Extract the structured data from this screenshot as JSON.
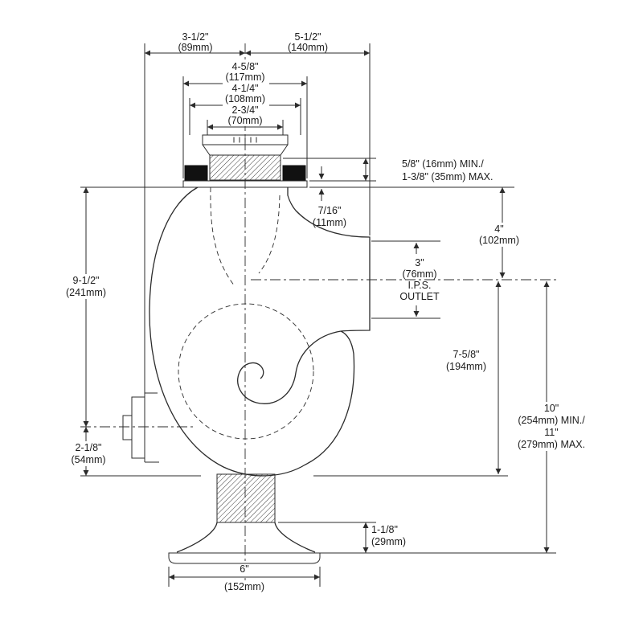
{
  "diagram": {
    "name": "Floor-mounted drain trap dimensional drawing",
    "background": "#ffffff",
    "line_color": "#2b2b2b",
    "dims": {
      "width_left": {
        "lines": [
          "3-1/2\"",
          "(89mm)"
        ]
      },
      "width_right": {
        "lines": [
          "5-1/2\"",
          "(140mm)"
        ]
      },
      "flange_diameter": {
        "lines": [
          "4-5/8\"",
          "(117mm)"
        ]
      },
      "body_diameter": {
        "lines": [
          "4-1/4\"",
          "(108mm)"
        ]
      },
      "grid_diameter": {
        "lines": [
          "2-3/4\"",
          "(70mm)"
        ]
      },
      "thread_adjustment": {
        "lines": [
          "5/8\" (16mm) MIN./",
          "1-3/8\" (35mm) MAX."
        ]
      },
      "flange_thickness": {
        "lines": [
          "7/16\"",
          "(11mm)"
        ]
      },
      "flange_to_outlet": {
        "lines": [
          "4\"",
          "(102mm)"
        ]
      },
      "outlet_size": {
        "lines": [
          "3\"",
          "(76mm)",
          "I.P.S.",
          "OUTLET"
        ]
      },
      "flange_to_cleanout": {
        "lines": [
          "9-1/2\"",
          "(241mm)"
        ]
      },
      "outlet_to_bottom": {
        "lines": [
          "7-5/8\"",
          "(194mm)"
        ]
      },
      "rough_in_height": {
        "lines": [
          "10\"",
          "(254mm) MIN./",
          "11\"",
          "(279mm) MAX."
        ]
      },
      "cleanout_to_bottom": {
        "lines": [
          "2-1/8\"",
          "(54mm)"
        ]
      },
      "escutcheon_height": {
        "lines": [
          "1-1/8\"",
          "(29mm)"
        ]
      },
      "base_diameter": {
        "lines": [
          "6\"",
          "(152mm)"
        ]
      }
    }
  }
}
